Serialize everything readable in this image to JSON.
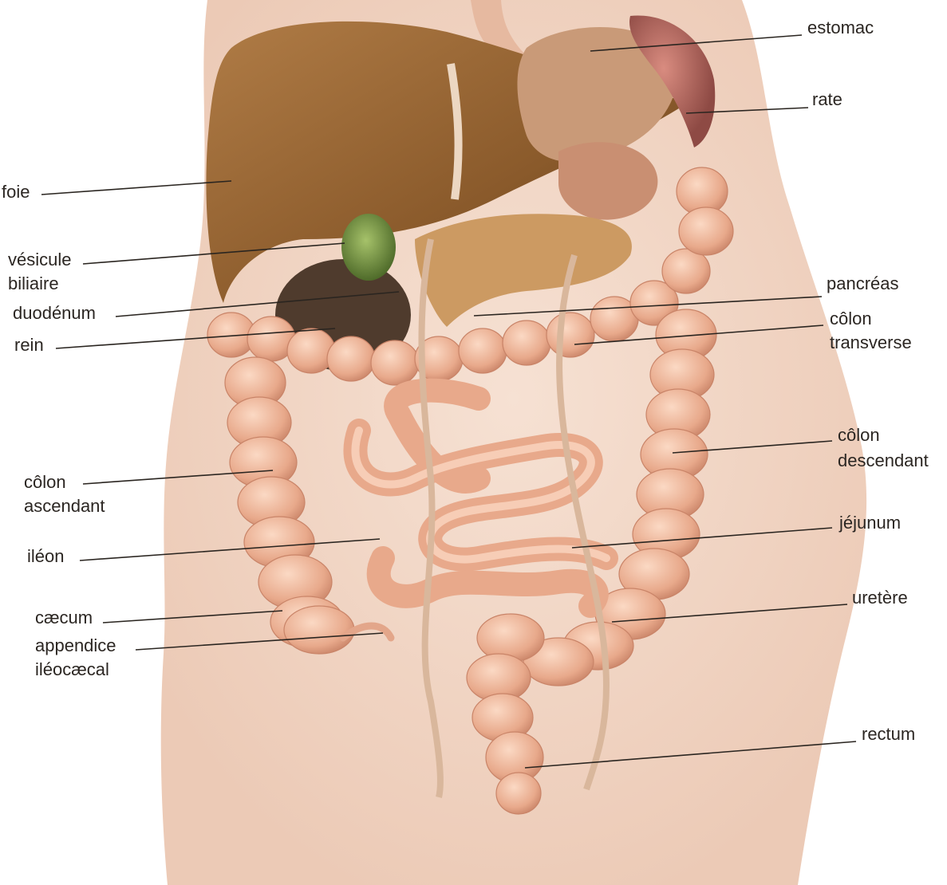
{
  "labels": {
    "estomac": "estomac",
    "rate": "rate",
    "foie": "foie",
    "vesicule_1": "vésicule",
    "vesicule_2": "biliaire",
    "duodenum": "duodénum",
    "rein": "rein",
    "pancreas": "pancréas",
    "colon_transverse_1": "côlon",
    "colon_transverse_2": "transverse",
    "colon_descendant_1": "côlon",
    "colon_descendant_2": "descendant",
    "colon_ascendant_1": "côlon",
    "colon_ascendant_2": "ascendant",
    "jejunum": "jéjunum",
    "ileon": "iléon",
    "caecum": "cæcum",
    "uretere": "uretère",
    "appendice_1": "appendice",
    "appendice_2": "iléocæcal",
    "rectum": "rectum"
  },
  "colors": {
    "skin": "#f2d6c4",
    "liver": "#8a5a2b",
    "stomach": "#c99a78",
    "spleen": "#b86a62",
    "gallbladder": "#7d9a4a",
    "intestine": "#eab093",
    "intestine_shade": "#cf8f72",
    "kidney": "#4f3b2d",
    "pancreas": "#cc9a62",
    "ureter": "#d9b79c"
  }
}
